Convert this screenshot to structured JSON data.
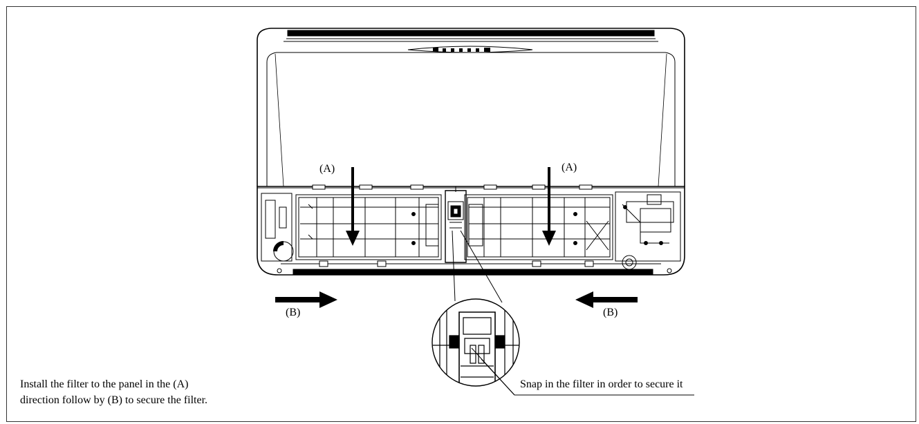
{
  "labels": {
    "arrow_a": "(A)",
    "arrow_b": "(B)",
    "callout": "Snap in the filter in order to secure it"
  },
  "instructions": {
    "line1": "Install the filter to the panel in the (A)",
    "line2": "direction follow by (B) to secure the filter."
  },
  "colors": {
    "line": "#000000",
    "background": "#ffffff"
  }
}
